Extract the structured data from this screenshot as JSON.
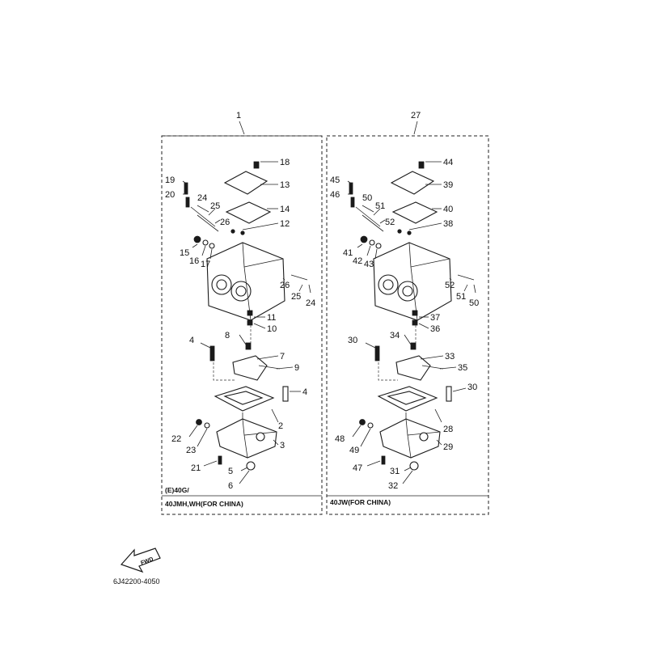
{
  "panels": [
    {
      "assembly_label": "1",
      "caption_line1": "(E)40G/",
      "caption_line2": "40JMH,WH(FOR CHINA)",
      "callouts": [
        "18",
        "13",
        "19",
        "20",
        "24",
        "25",
        "14",
        "26",
        "12",
        "15",
        "16",
        "17",
        "26",
        "25",
        "24",
        "11",
        "10",
        "8",
        "4",
        "7",
        "9",
        "4",
        "2",
        "22",
        "23",
        "3",
        "21",
        "5",
        "6"
      ]
    },
    {
      "assembly_label": "27",
      "caption_line1": "40JW(FOR CHINA)",
      "callouts": [
        "44",
        "39",
        "45",
        "46",
        "50",
        "51",
        "40",
        "52",
        "38",
        "41",
        "42",
        "43",
        "52",
        "51",
        "50",
        "37",
        "36",
        "34",
        "30",
        "33",
        "35",
        "30",
        "28",
        "48",
        "49",
        "29",
        "47",
        "31",
        "32"
      ]
    }
  ],
  "forward_label": "FWD",
  "drawing_code": "6J42200-4050"
}
